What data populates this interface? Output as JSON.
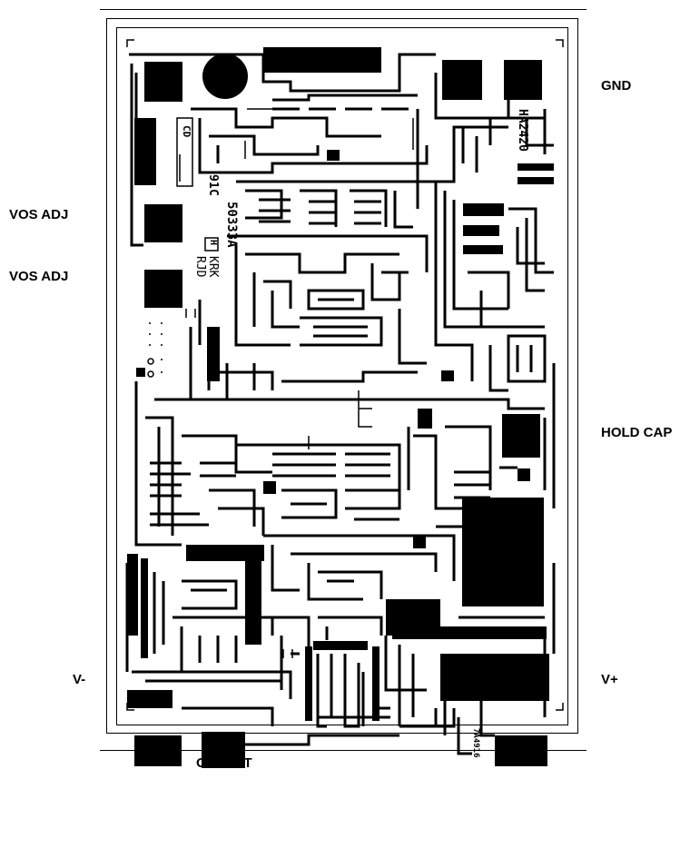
{
  "labels": {
    "gnd": "GND",
    "vos_adj_1": "VOS ADJ",
    "vos_adj_2": "VOS ADJ",
    "hold_cap": "HOLD CAP",
    "v_minus": "V-",
    "v_plus": "V+",
    "output": "OUTPUT"
  },
  "die_markings": {
    "part_number": "HA2420",
    "mask_id": "50333A",
    "initials_1": "KRK",
    "initials_2": "RJD",
    "copyright_year": "91",
    "copyright_mark": "C",
    "cd_mark": "CD",
    "logo_letter": "H",
    "corner_code": "7A4916"
  },
  "colors": {
    "metal": "#000000",
    "background": "#ffffff"
  },
  "icons": [
    "bonding-pad-icon",
    "alignment-mark-icon",
    "logo-icon"
  ]
}
